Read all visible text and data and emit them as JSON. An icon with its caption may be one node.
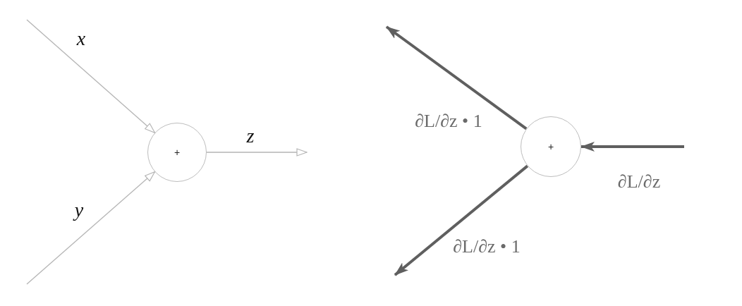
{
  "diagram": {
    "nodes": [
      {
        "text": [
          "+"
        ]
      },
      {
        "text": [
          "+"
        ]
      }
    ],
    "edges": [
      {
        "from": null,
        "to": 0,
        "arrow": "to",
        "label": "x"
      },
      {
        "from": null,
        "to": 0,
        "arrow": "to",
        "label": "y"
      },
      {
        "from": 0,
        "to": null,
        "arrow": "to",
        "label": "z"
      },
      {
        "from": null,
        "to": 1,
        "arrow": "to",
        "label": "∂L/∂z",
        "style": "thick",
        "color": "#5f5f5f"
      },
      {
        "from": 1,
        "to": null,
        "arrow": "to",
        "label": "∂L/∂z • 1",
        "style": "thick",
        "color": "#5f5f5f"
      },
      {
        "from": 1,
        "to": null,
        "arrow": "to",
        "label": "∂L/∂z • 1",
        "style": "thick",
        "color": "#5f5f5f"
      }
    ]
  }
}
